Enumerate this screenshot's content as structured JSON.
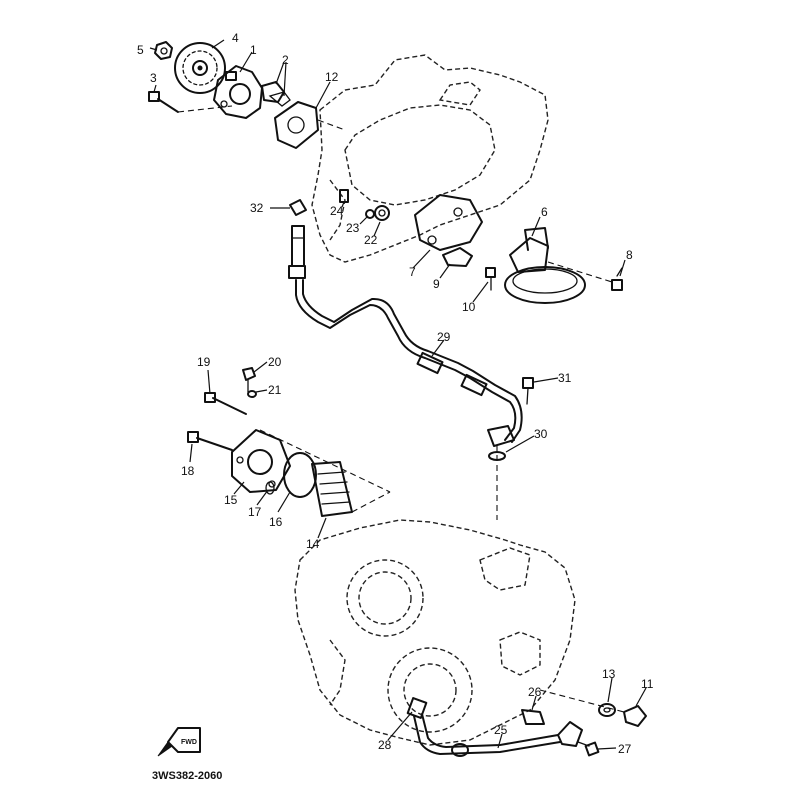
{
  "diagram_code": "3WS382-2060",
  "front_mark": "FWD",
  "callouts": [
    "1",
    "2",
    "3",
    "4",
    "5",
    "6",
    "7",
    "8",
    "9",
    "10",
    "11",
    "12",
    "13",
    "14",
    "15",
    "16",
    "17",
    "18",
    "19",
    "20",
    "21",
    "22",
    "23",
    "24",
    "25",
    "26",
    "27",
    "28",
    "29",
    "30",
    "31",
    "32"
  ]
}
